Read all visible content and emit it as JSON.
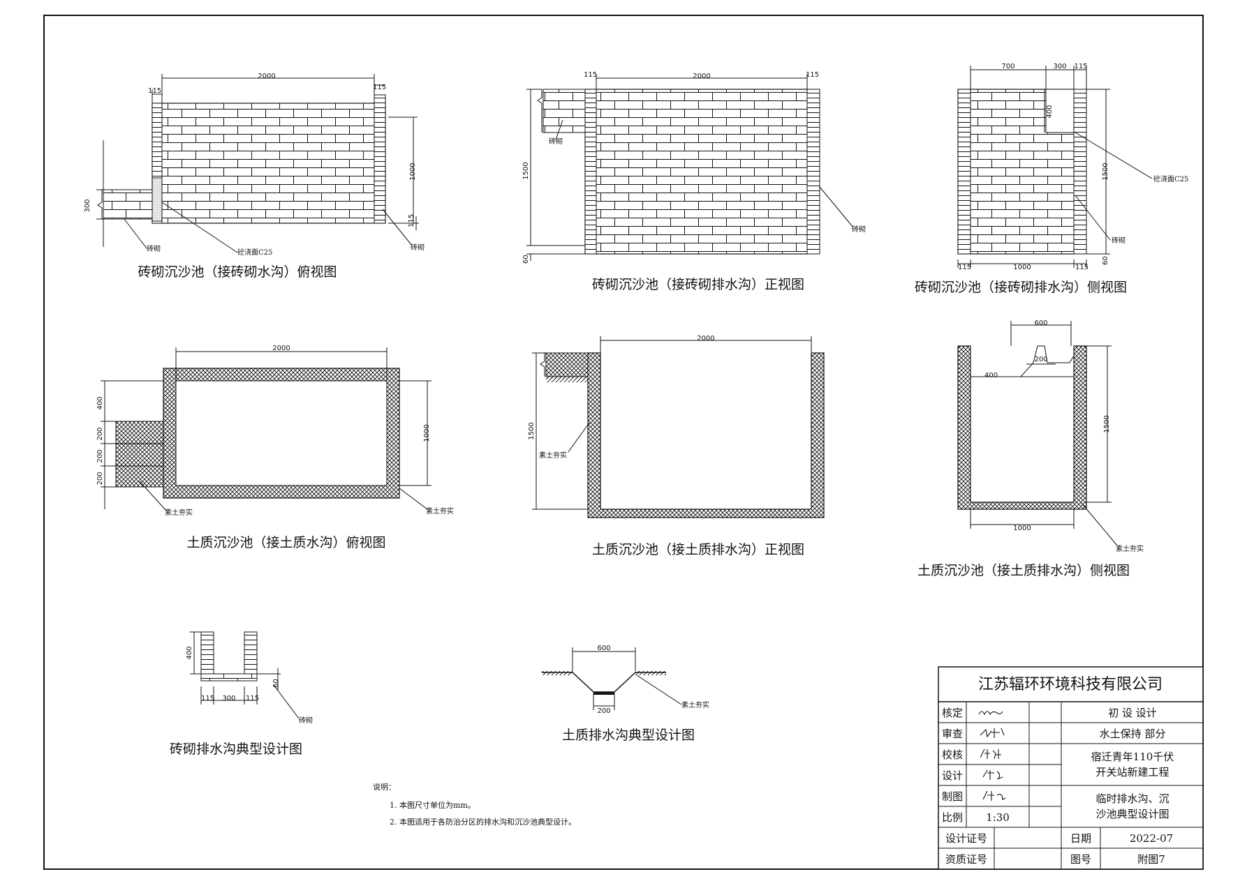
{
  "views": {
    "brick_plan": {
      "title": "砖砌沉沙池（接砖砌水沟）俯视图",
      "dims": [
        "2000",
        "115",
        "115",
        "1000",
        "300",
        "115"
      ],
      "callouts": [
        "砖砌",
        "砼浇面C25",
        "砖砌"
      ]
    },
    "brick_front": {
      "title": "砖砌沉沙池（接砖砌排水沟）正视图",
      "dims": [
        "115",
        "2000",
        "115",
        "1500",
        "60"
      ],
      "callouts": [
        "砖砌",
        "砖砌"
      ]
    },
    "brick_side": {
      "title": "砖砌沉沙池（接砖砌排水沟）侧视图",
      "dims": [
        "700",
        "300",
        "115",
        "400",
        "1500",
        "115",
        "1000",
        "115",
        "60"
      ],
      "callouts": [
        "砼浇面C25",
        "砖砌"
      ]
    },
    "soil_plan": {
      "title": "土质沉沙池（接土质水沟）俯视图",
      "dims": [
        "2000",
        "400",
        "200",
        "200",
        "200",
        "1000"
      ],
      "callouts": [
        "素土夯实",
        "素土夯实"
      ]
    },
    "soil_front": {
      "title": "土质沉沙池（接土质排水沟）正视图",
      "dims": [
        "2000",
        "1500"
      ],
      "callouts": [
        "素土夯实"
      ]
    },
    "soil_side": {
      "title": "土质沉沙池（接土质排水沟）侧视图",
      "dims": [
        "600",
        "200",
        "400",
        "1500",
        "1000"
      ],
      "callouts": [
        "素土夯实"
      ]
    },
    "brick_ditch": {
      "title": "砖砌排水沟典型设计图",
      "dims": [
        "400",
        "115",
        "300",
        "115",
        "60"
      ],
      "callouts": [
        "砖砌"
      ]
    },
    "soil_ditch": {
      "title": "土质排水沟典型设计图",
      "dims": [
        "600",
        "200"
      ],
      "callouts": [
        "素土夯实"
      ]
    }
  },
  "notes": {
    "heading": "说明：",
    "items": [
      "1. 本图尺寸单位为mm。",
      "2. 本图适用于各防治分区的排水沟和沉沙池典型设计。"
    ]
  },
  "title_block": {
    "company": "江苏辐环环境科技有限公司",
    "rows": [
      {
        "label": "核定"
      },
      {
        "label": "审查"
      },
      {
        "label": "校核"
      },
      {
        "label": "设计"
      },
      {
        "label": "制图"
      },
      {
        "label": "比例",
        "value": "1:30"
      }
    ],
    "stage": "初    设    设计",
    "section": "水土保持      部分",
    "project": [
      "宿迁青年110千伏",
      "开关站新建工程"
    ],
    "drawing": [
      "临时排水沟、沉",
      "沙池典型设计图"
    ],
    "design_cert_label": "设计证号",
    "qual_cert_label": "资质证号",
    "date_label": "日期",
    "date_value": "2022-07",
    "fig_label": "图号",
    "fig_value": "附图7"
  }
}
